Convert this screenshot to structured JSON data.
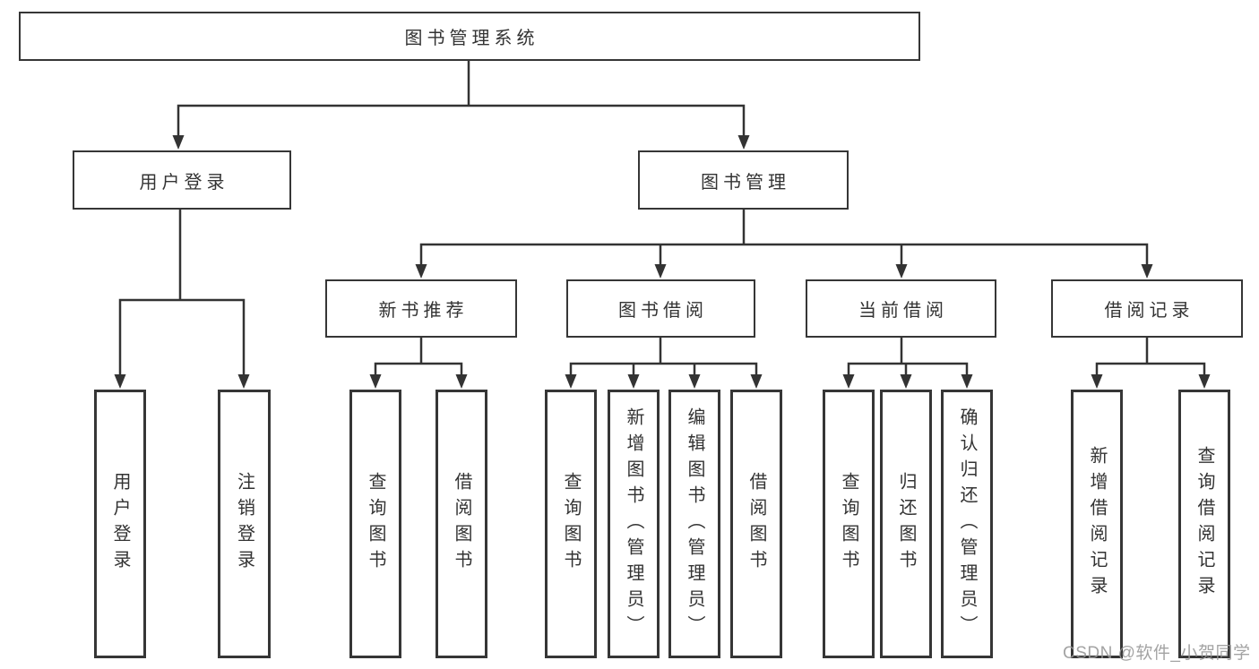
{
  "diagram": {
    "type": "hierarchy-tree",
    "colors": {
      "background": "#ffffff",
      "box_fill": "#ffffff",
      "box_border": "#363636",
      "connector_line": "#333333",
      "text": "#333333",
      "watermark_text": "#969696"
    },
    "tree": {
      "label": "图书管理系统",
      "children": [
        {
          "label": "用户登录",
          "children": [
            {
              "label": "用户登录"
            },
            {
              "label": "注销登录"
            }
          ]
        },
        {
          "label": "图书管理",
          "children": [
            {
              "label": "新书推荐",
              "children": [
                {
                  "label": "查询图书"
                },
                {
                  "label": "借阅图书"
                }
              ]
            },
            {
              "label": "图书借阅",
              "children": [
                {
                  "label": "查询图书"
                },
                {
                  "label": "新增图书（管理员）"
                },
                {
                  "label": "编辑图书（管理员）"
                },
                {
                  "label": "借阅图书"
                }
              ]
            },
            {
              "label": "当前借阅",
              "children": [
                {
                  "label": "查询图书"
                },
                {
                  "label": "归还图书"
                },
                {
                  "label": "确认归还（管理员）"
                }
              ]
            },
            {
              "label": "借阅记录",
              "children": [
                {
                  "label": "新增借阅记录"
                },
                {
                  "label": "查询借阅记录"
                }
              ]
            }
          ]
        }
      ]
    },
    "watermark": {
      "text": "CSDN @软件_小贺同学"
    }
  }
}
